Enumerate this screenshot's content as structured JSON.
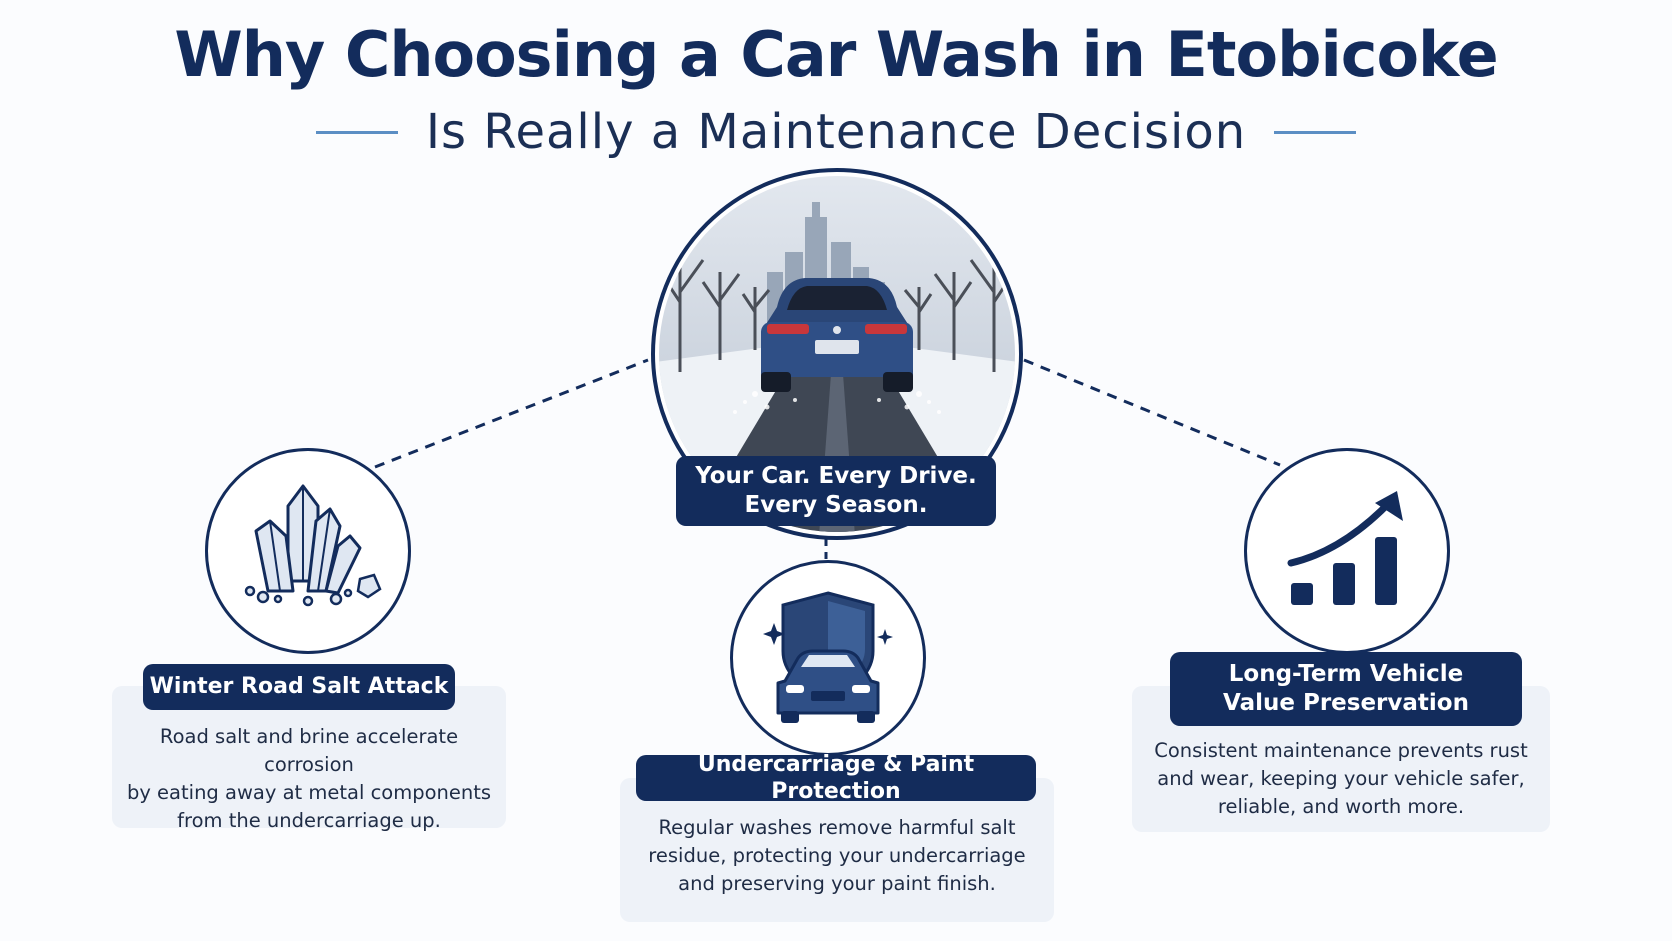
{
  "header": {
    "title": "Why Choosing a Car Wash in Etobicoke",
    "subtitle": "Is Really a Maintenance Decision"
  },
  "hero": {
    "caption_line1": "Your Car. Every Drive.",
    "caption_line2": "Every Season."
  },
  "features": [
    {
      "title": "Winter Road Salt Attack",
      "desc_line1": "Road salt and brine accelerate corrosion",
      "desc_line2": "by eating away at metal components",
      "desc_line3": "from the undercarriage up.",
      "icon": "salt-crystals-icon"
    },
    {
      "title": "Undercarriage & Paint Protection",
      "desc_line1": "Regular washes remove harmful salt",
      "desc_line2": "residue, protecting your undercarriage",
      "desc_line3": "and preserving your paint finish.",
      "icon": "car-shield-icon"
    },
    {
      "title_line1": "Long-Term Vehicle",
      "title_line2": "Value Preservation",
      "desc_line1": "Consistent maintenance prevents rust",
      "desc_line2": "and wear, keeping your vehicle safer,",
      "desc_line3": "reliable, and worth more.",
      "icon": "growth-chart-icon"
    }
  ],
  "colors": {
    "navy": "#132c5c",
    "accent_line": "#5b8ec4",
    "card_bg": "#eef2f8"
  }
}
